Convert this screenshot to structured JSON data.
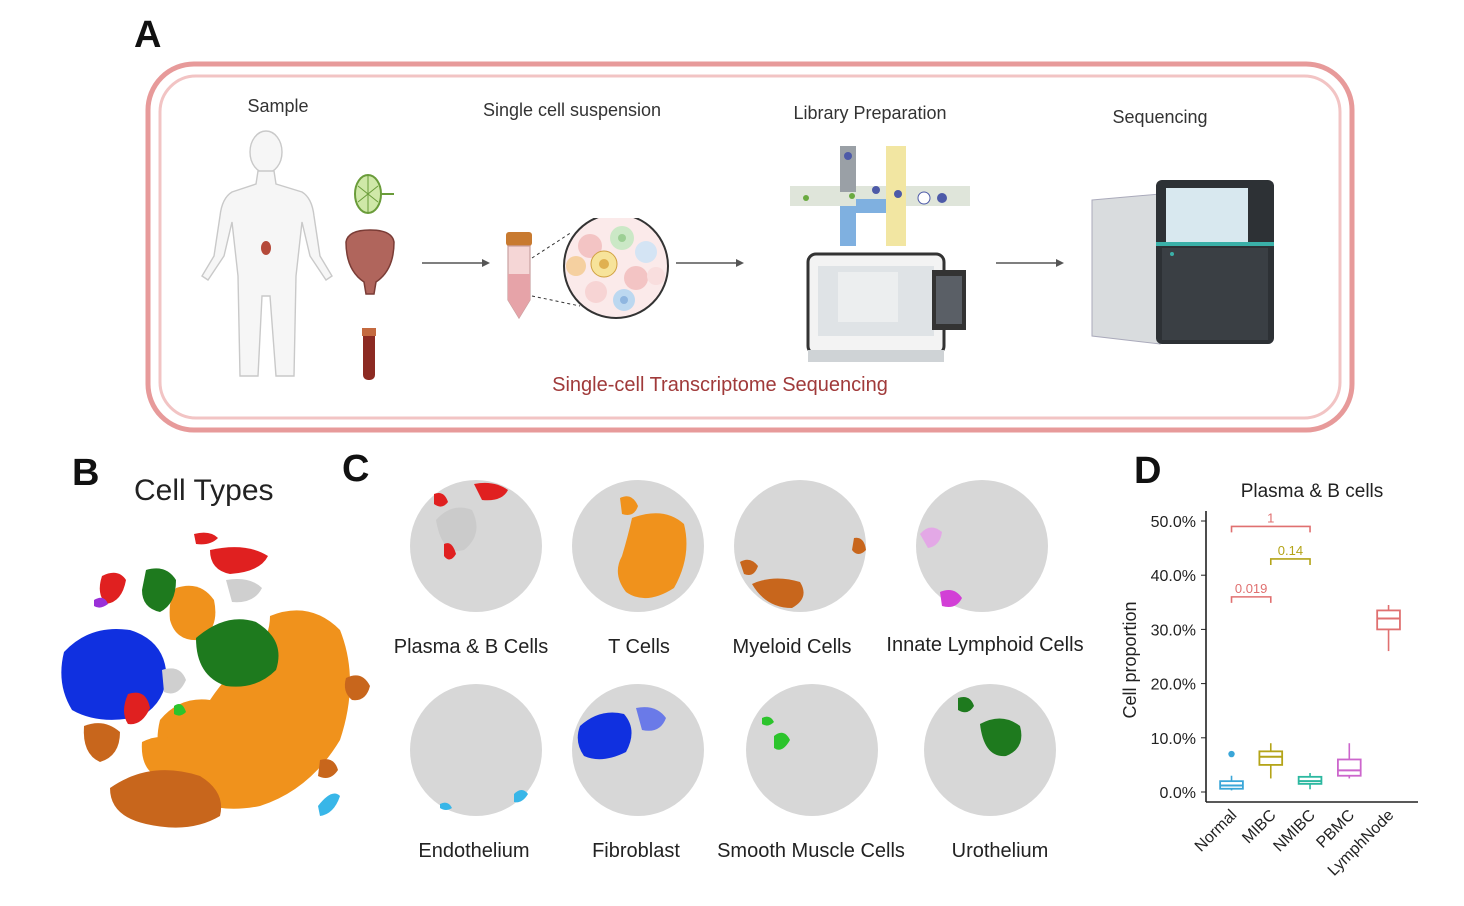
{
  "panelA": {
    "label": "A",
    "steps": [
      {
        "title": "Sample"
      },
      {
        "title": "Single cell suspension"
      },
      {
        "title": "Library Preparation"
      },
      {
        "title": "Sequencing"
      }
    ],
    "caption": "Single-cell Transcriptome Sequencing",
    "frame_color": "#e79a9a"
  },
  "panelB": {
    "label": "B",
    "title": "Cell Types"
  },
  "panelC": {
    "label": "C",
    "maps": [
      {
        "label": "Plasma & B Cells",
        "color": "#e02020"
      },
      {
        "label": "T Cells",
        "color": "#f0921c"
      },
      {
        "label": "Myeloid Cells",
        "color": "#c8661c"
      },
      {
        "label": "Innate Lymphoid Cells",
        "color": "#d23fd6"
      },
      {
        "label": "Endothelium",
        "color": "#38b6e8"
      },
      {
        "label": "Fibroblast",
        "color": "#1030e0"
      },
      {
        "label": "Smooth Muscle Cells",
        "color": "#2cc42c"
      },
      {
        "label": "Urothelium",
        "color": "#1e7a1e"
      }
    ]
  },
  "panelD": {
    "label": "D",
    "chart_data": {
      "type": "box",
      "title": "Plasma & B cells",
      "ylabel": "Cell proportion",
      "ylim": [
        0,
        50
      ],
      "yticks": [
        "0.0%",
        "10.0%",
        "20.0%",
        "30.0%",
        "40.0%",
        "50.0%"
      ],
      "categories": [
        "Normal",
        "MIBC",
        "NMIBC",
        "PBMC",
        "LymphNode"
      ],
      "colors": [
        "#3aa6d8",
        "#b4a418",
        "#2cb8a0",
        "#cc66cc",
        "#e07070"
      ],
      "boxes": [
        {
          "min": 0.3,
          "q1": 0.6,
          "median": 1.2,
          "q3": 2.0,
          "max": 3.0,
          "outliers": [
            7.0
          ]
        },
        {
          "min": 2.5,
          "q1": 5.0,
          "median": 6.5,
          "q3": 7.5,
          "max": 9.0,
          "outliers": []
        },
        {
          "min": 0.5,
          "q1": 1.5,
          "median": 2.0,
          "q3": 2.8,
          "max": 3.5,
          "outliers": []
        },
        {
          "min": 2.5,
          "q1": 3.0,
          "median": 4.0,
          "q3": 6.0,
          "max": 9.0,
          "outliers": []
        },
        {
          "min": 26.0,
          "q1": 30.0,
          "median": 32.0,
          "q3": 33.5,
          "max": 34.5,
          "outliers": []
        }
      ],
      "comparisons": [
        {
          "from": 0,
          "to": 1,
          "label": "0.019",
          "y": 36,
          "color": "#e07070"
        },
        {
          "from": 1,
          "to": 2,
          "label": "0.14",
          "y": 43,
          "color": "#b4a418"
        },
        {
          "from": 0,
          "to": 2,
          "label": "1",
          "y": 49,
          "color": "#e07070"
        }
      ]
    }
  }
}
